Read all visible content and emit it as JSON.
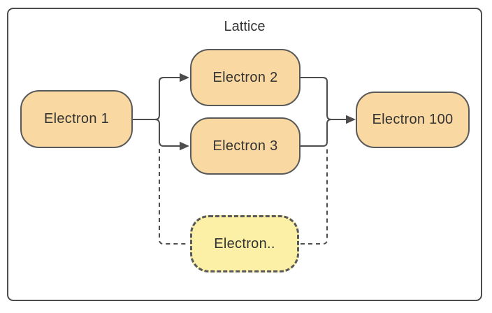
{
  "diagram": {
    "title": "Lattice",
    "nodes": [
      {
        "id": "electron1",
        "label": "Electron 1",
        "style": "solid-orange"
      },
      {
        "id": "electron2",
        "label": "Electron 2",
        "style": "solid-orange"
      },
      {
        "id": "electron3",
        "label": "Electron 3",
        "style": "solid-orange"
      },
      {
        "id": "electron100",
        "label": "Electron 100",
        "style": "solid-orange"
      },
      {
        "id": "electronEtc",
        "label": "Electron..",
        "style": "dashed-yellow"
      }
    ],
    "edges": [
      {
        "from": "electron1",
        "to": "electron2",
        "style": "solid",
        "arrow": true
      },
      {
        "from": "electron1",
        "to": "electron3",
        "style": "solid",
        "arrow": true
      },
      {
        "from": "electron2",
        "to": "electron100",
        "style": "solid",
        "arrow": true
      },
      {
        "from": "electron3",
        "to": "electron100",
        "style": "solid",
        "arrow": true
      },
      {
        "from": "electron1",
        "to": "electronEtc",
        "style": "dashed",
        "arrow": false
      },
      {
        "from": "electronEtc",
        "to": "electron100",
        "style": "dashed",
        "arrow": false
      }
    ],
    "colors": {
      "background": "#ffffff",
      "frame_border": "#4d4d4d",
      "connector": "#4d4d4d",
      "node_border": "#595959",
      "node_fill_orange": "#fad8a2",
      "node_fill_yellow": "#fbf0a6",
      "text": "#333333"
    }
  }
}
